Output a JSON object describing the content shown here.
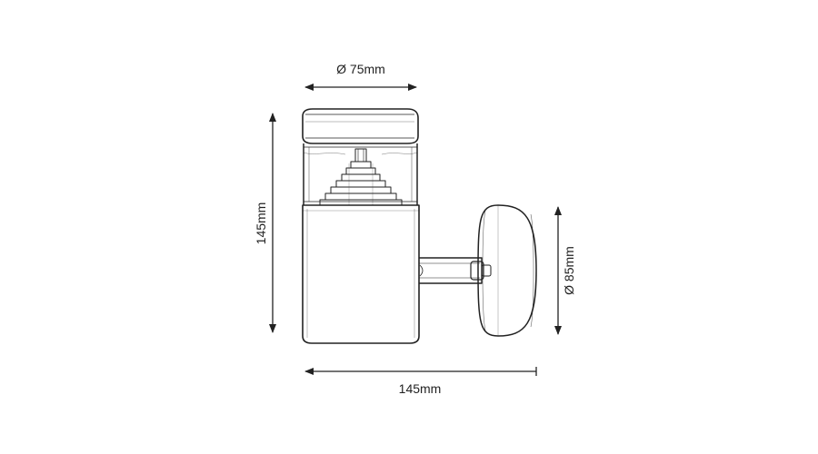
{
  "dimensions": {
    "top_diameter": "Ø 75mm",
    "height": "145mm",
    "base_diameter": "Ø 85mm",
    "width": "145mm"
  },
  "colors": {
    "line": "#222222",
    "background": "#ffffff"
  }
}
